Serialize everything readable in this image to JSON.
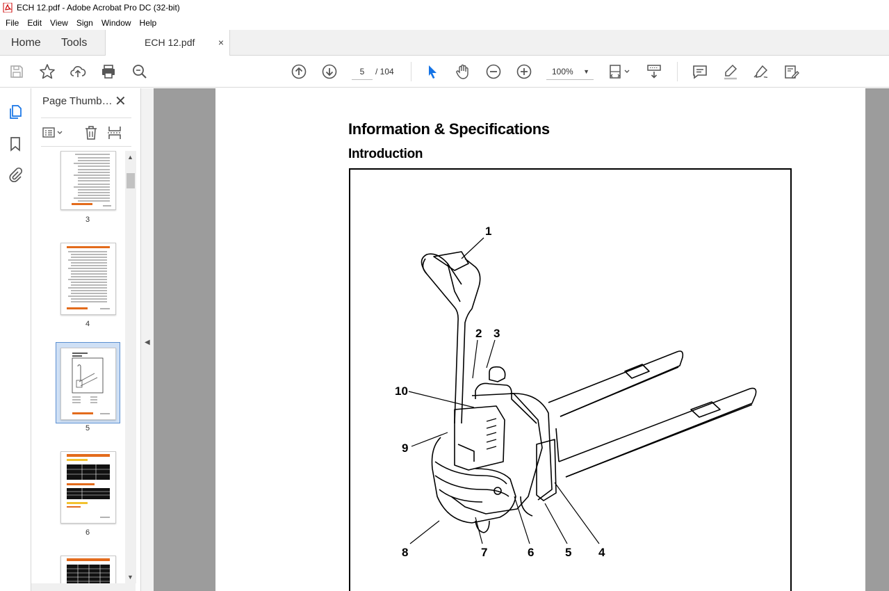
{
  "window": {
    "title": "ECH 12.pdf - Adobe Acrobat Pro DC (32-bit)"
  },
  "menu": [
    "File",
    "Edit",
    "View",
    "Sign",
    "Window",
    "Help"
  ],
  "tabs": {
    "home": "Home",
    "tools": "Tools",
    "document": "ECH 12.pdf",
    "close": "×"
  },
  "toolbar": {
    "current_page": "5",
    "total_pages": "/ 104",
    "zoom": "100%",
    "zoom_arrow": "▼"
  },
  "sidebar": {
    "panel_title": "Page Thumb…",
    "close": "✕",
    "thumbnails": [
      {
        "page": "3"
      },
      {
        "page": "4"
      },
      {
        "page": "5",
        "selected": true
      },
      {
        "page": "6"
      }
    ]
  },
  "document": {
    "heading": "Information & Specifications",
    "subheading": "Introduction",
    "callouts": [
      "1",
      "2",
      "3",
      "10",
      "9",
      "8",
      "7",
      "6",
      "5",
      "4"
    ]
  },
  "colors": {
    "accent": "#e36b1c",
    "selection": "#cfe0f5",
    "viewer_bg": "#9c9c9c"
  }
}
